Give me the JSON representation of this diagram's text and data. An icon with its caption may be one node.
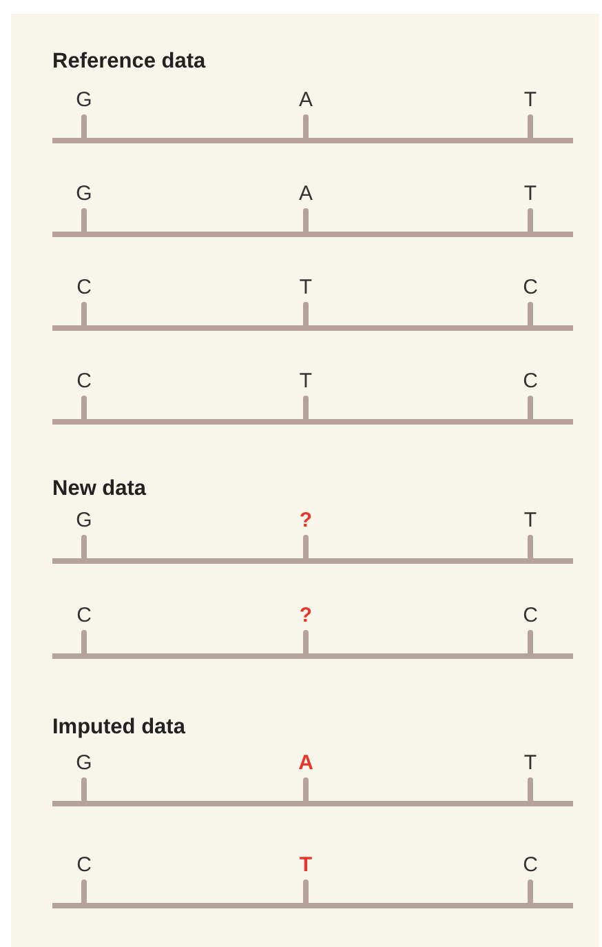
{
  "diagram": {
    "labels": [
      "Reference data",
      "G",
      "A",
      "T",
      "G",
      "A",
      "T",
      "C",
      "T",
      "C",
      "C",
      "T",
      "C",
      "New data",
      "G",
      "?",
      "T",
      "C",
      "?",
      "C",
      "Imputed data",
      "G",
      "A",
      "T",
      "C",
      "T",
      "C"
    ]
  }
}
